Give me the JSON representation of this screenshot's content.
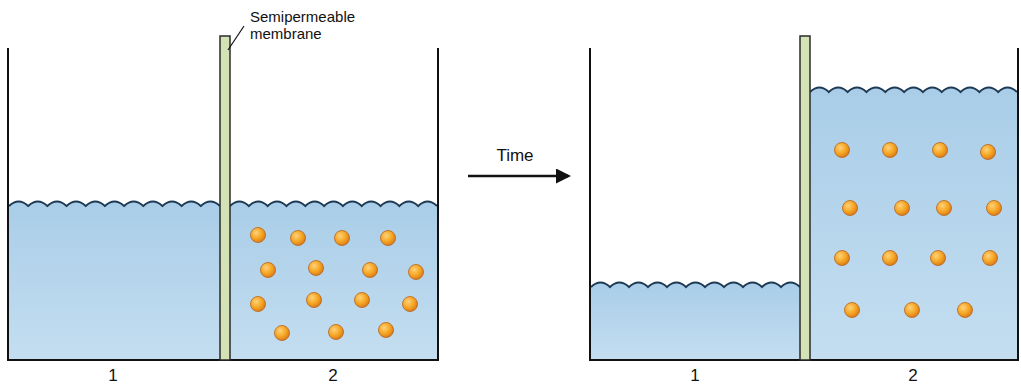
{
  "diagram": {
    "labels": [
      "Semipermeable membrane",
      "Time",
      "1",
      "2",
      "1",
      "2"
    ]
  }
}
